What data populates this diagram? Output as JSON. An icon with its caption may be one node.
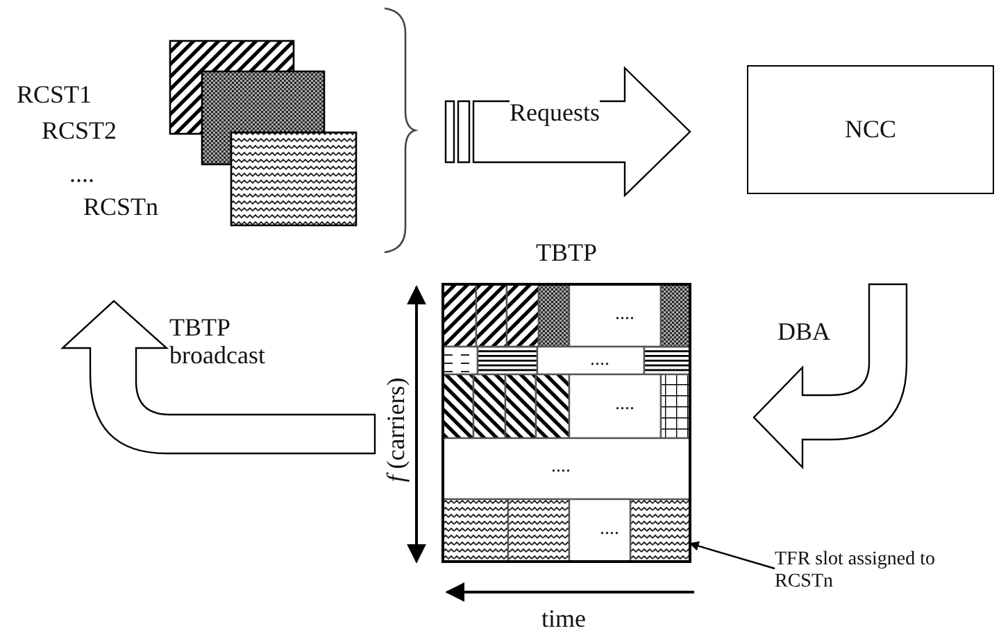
{
  "diagram": {
    "nodes": [
      {
        "text": [
          "RCST1",
          "RCST2",
          "....",
          "RCSTn"
        ]
      },
      {
        "text": [
          "NCC"
        ]
      },
      {
        "text": [
          "TBTP"
        ]
      },
      {
        "text": [
          "TFR slot assigned to RCSTn"
        ]
      },
      {
        "text": [],
        "shape": "box",
        "in": 2
      }
    ],
    "edges": [
      {
        "from": 0,
        "to": 1,
        "arrow": "to",
        "label": "Requests"
      },
      {
        "from": 1,
        "to": 2,
        "arrow": "to",
        "label": "DBA"
      },
      {
        "from": 2,
        "to": 0,
        "arrow": "to",
        "label": "TBTP broadcast"
      },
      {
        "from": 3,
        "to": 4,
        "arrow": "to"
      }
    ],
    "labels": [
      "....",
      "....",
      "....",
      "....",
      "....",
      "*f* (carriers)",
      "time"
    ]
  }
}
